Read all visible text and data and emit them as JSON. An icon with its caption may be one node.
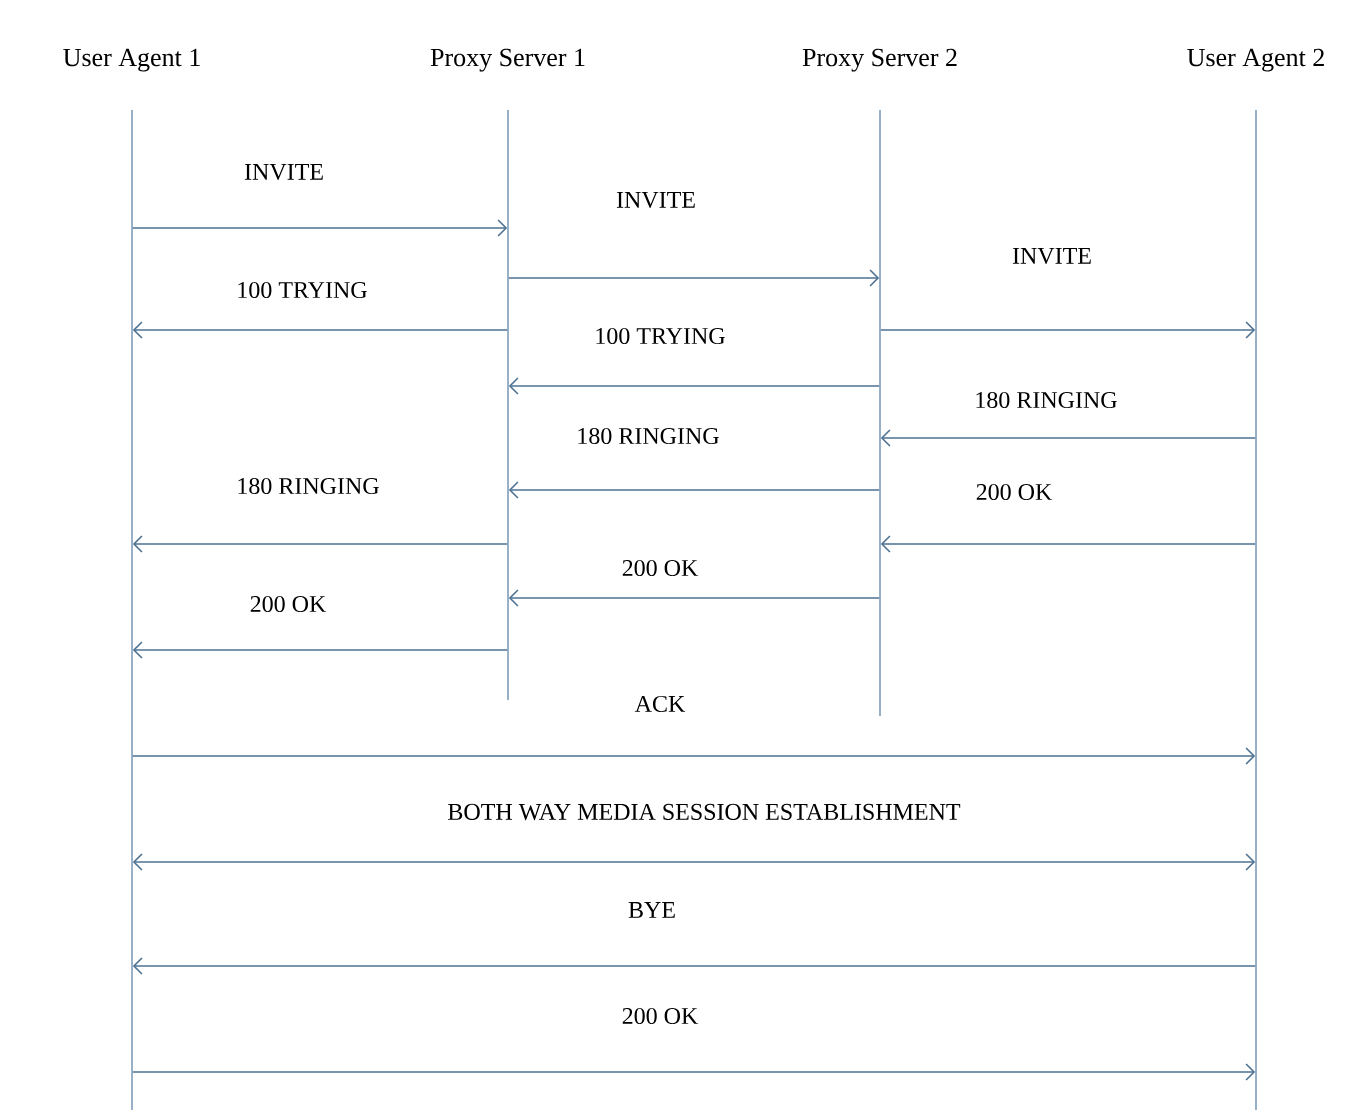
{
  "diagram": {
    "nodes": [
      {
        "text": [
          "User Agent 1"
        ]
      },
      {
        "text": [
          "Proxy Server 1"
        ]
      },
      {
        "text": [
          "Proxy Server 2"
        ]
      },
      {
        "text": [
          "User Agent 2"
        ]
      }
    ],
    "edges": [
      {
        "from": 0,
        "to": 1,
        "arrow": "to",
        "label": "INVITE"
      },
      {
        "from": 1,
        "to": 2,
        "arrow": "to",
        "label": "INVITE"
      },
      {
        "from": 1,
        "to": 0,
        "arrow": "to",
        "label": "100 TRYING"
      },
      {
        "from": 2,
        "to": 3,
        "arrow": "to",
        "label": "INVITE"
      },
      {
        "from": 2,
        "to": 1,
        "arrow": "to",
        "label": "100 TRYING"
      },
      {
        "from": 3,
        "to": 2,
        "arrow": "to",
        "label": "180 RINGING"
      },
      {
        "from": 2,
        "to": 1,
        "arrow": "to",
        "label": "180 RINGING"
      },
      {
        "from": 1,
        "to": 0,
        "arrow": "to",
        "label": "180 RINGING"
      },
      {
        "from": 3,
        "to": 2,
        "arrow": "to",
        "label": "200 OK"
      },
      {
        "from": 2,
        "to": 1,
        "arrow": "to",
        "label": "200 OK"
      },
      {
        "from": 1,
        "to": 0,
        "arrow": "to",
        "label": "200 OK"
      },
      {
        "from": 0,
        "to": 3,
        "arrow": "to",
        "label": "ACK"
      },
      {
        "from": 0,
        "to": 3,
        "arrow": "both",
        "label": "BOTH WAY MEDIA SESSION ESTABLISHMENT"
      },
      {
        "from": 3,
        "to": 0,
        "arrow": "to",
        "label": "BYE"
      },
      {
        "from": 0,
        "to": 3,
        "arrow": "to",
        "label": "200 OK"
      }
    ]
  }
}
